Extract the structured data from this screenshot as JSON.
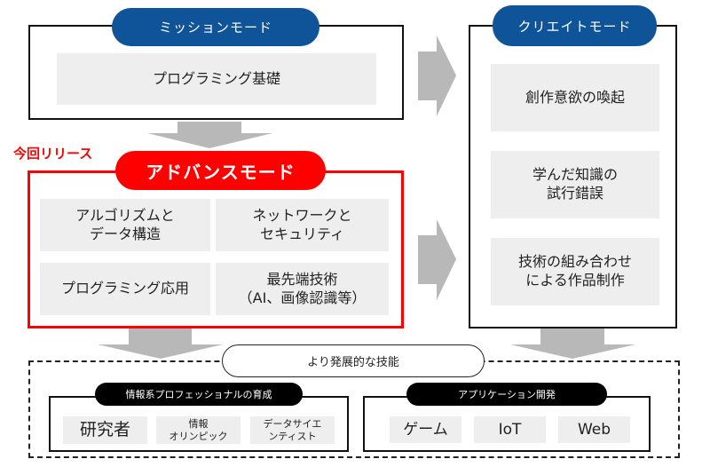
{
  "colors": {
    "mode_pill_blue": "#0f5499",
    "advanced_red": "#ff0000",
    "arrow_gray": "#b8b8b8",
    "box_gray": "#eeeeee",
    "sub_pill_black": "#000000"
  },
  "mission_mode": {
    "title": "ミッションモード",
    "items": [
      "プログラミング基礎"
    ]
  },
  "release_label": "今回リリース",
  "advanced_mode": {
    "title": "アドバンスモード",
    "items": [
      "アルゴリズムと\nデータ構造",
      "ネットワークと\nセキュリティ",
      "プログラミング応用",
      "最先端技術\n（AI、画像認識等）"
    ]
  },
  "create_mode": {
    "title": "クリエイトモード",
    "items": [
      "創作意欲の喚起",
      "学んだ知識の\n試行錯誤",
      "技術の組み合わせ\nによる作品制作"
    ]
  },
  "advanced_skills": {
    "title": "より発展的な技能",
    "groups": [
      {
        "title": "情報系プロフェッショナルの育成",
        "items": [
          "研究者",
          "情報\nオリンピック",
          "データサイエ\nンティスト"
        ]
      },
      {
        "title": "アプリケーション開発",
        "items": [
          "ゲーム",
          "IoT",
          "Web"
        ]
      }
    ]
  },
  "arrows": [
    {
      "name": "mission-to-advanced-arrow",
      "direction": "down"
    },
    {
      "name": "mission-to-create-arrow",
      "direction": "right"
    },
    {
      "name": "advanced-to-create-arrow",
      "direction": "right"
    },
    {
      "name": "advanced-to-skills-arrow",
      "direction": "down"
    },
    {
      "name": "create-to-skills-arrow",
      "direction": "down"
    }
  ]
}
